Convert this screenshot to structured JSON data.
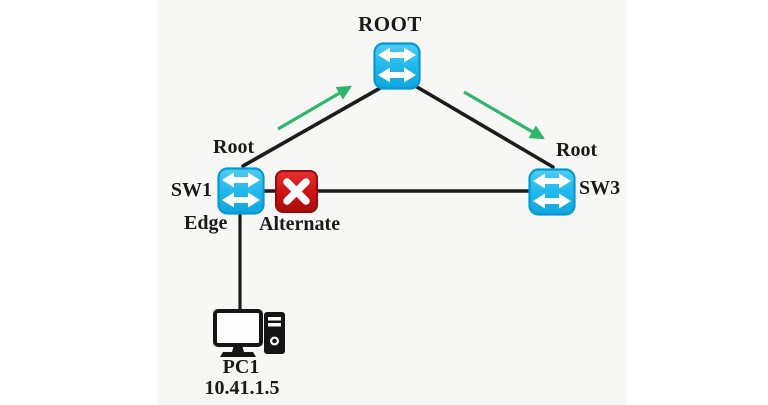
{
  "diagram": {
    "title": "ROOT",
    "nodes": {
      "root": {
        "label": "ROOT",
        "type": "switch"
      },
      "sw1": {
        "label": "SW1",
        "type": "switch"
      },
      "sw3": {
        "label": "SW3",
        "type": "switch"
      },
      "pc1": {
        "label": "PC1",
        "ip": "10.41.1.5",
        "type": "pc"
      }
    },
    "ports": {
      "sw1_root_port": "Root",
      "sw3_root_port": "Root",
      "sw1_edge_port": "Edge",
      "sw1_alternate_port": "Alternate"
    },
    "colors": {
      "switch_fill": "#1fb6ea",
      "switch_border": "#0898d2",
      "blocked_red": "#cf1717",
      "flow_arrow_green": "#2fb66d",
      "link_black": "#1c1c1c",
      "canvas_bg": "#f7f7f6",
      "page_bg": "#ffffff",
      "text": "#1a1a1a"
    }
  }
}
